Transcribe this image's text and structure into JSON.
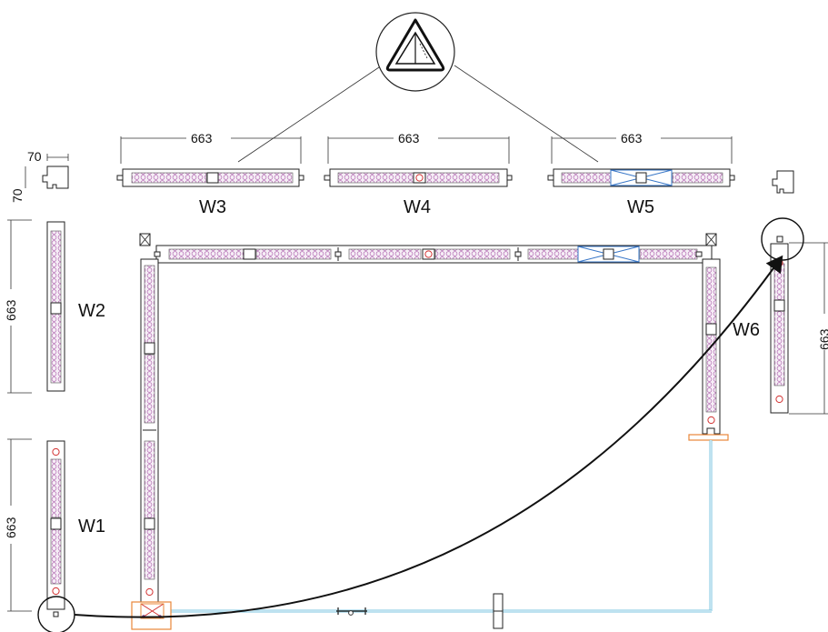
{
  "panels": {
    "W1": {
      "label": "W1",
      "dim": "663"
    },
    "W2": {
      "label": "W2",
      "dim": "663"
    },
    "W3": {
      "label": "W3",
      "dim": "663"
    },
    "W4": {
      "label": "W4",
      "dim": "663"
    },
    "W5": {
      "label": "W5",
      "dim": "663"
    },
    "W6": {
      "label": "W6",
      "dim": "663"
    }
  },
  "profile": {
    "width_dim": "70",
    "height_dim": "70"
  },
  "warning": {
    "icon": "warning-triangle-icon"
  },
  "colors": {
    "insulation": "#b26ab2",
    "wall_line": "#222222",
    "cross_mark": "#3a78c8",
    "door_plate": "#e8873a",
    "glass": "#7cc6e0",
    "node_red": "#d23030",
    "arc": "#111111"
  }
}
